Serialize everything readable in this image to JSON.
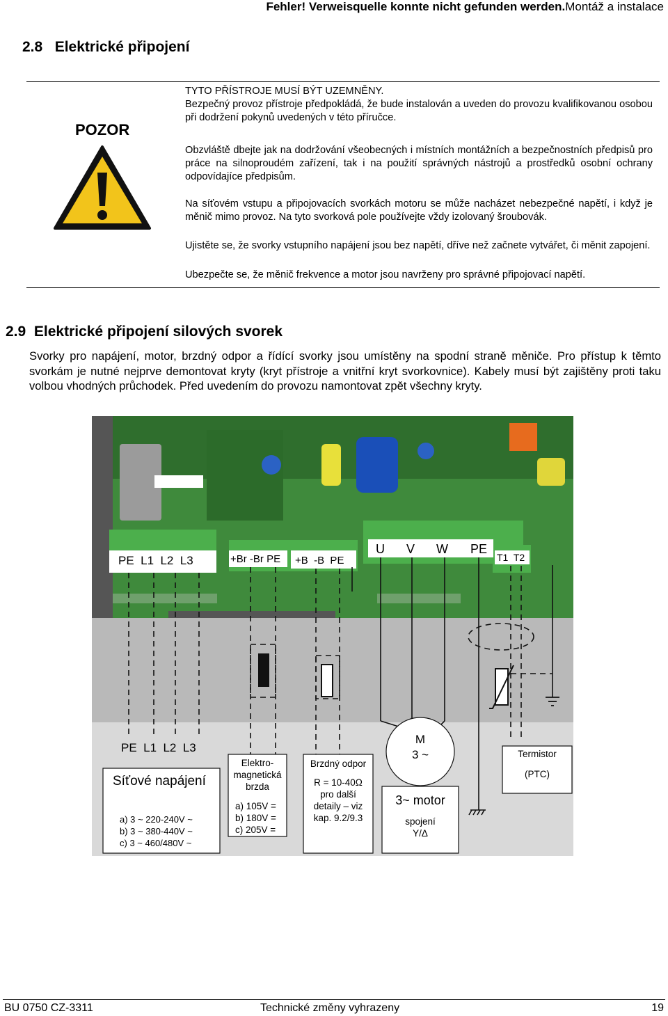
{
  "header": {
    "error_text": "Fehler! Verweisquelle konnte nicht gefunden werden.",
    "chapter": "Montáž a instalace"
  },
  "section_28": {
    "number": "2.8",
    "title": "Elektrické připojení"
  },
  "warning": {
    "label": "POZOR",
    "p1_title": "TYTO PŘÍSTROJE MUSÍ BÝT UZEMNĚNY.",
    "p1_body": "Bezpečný provoz přístroje předpokládá, že bude instalován a uveden do provozu kvalifikovanou osobou při dodržení pokynů uvedených v této příručce.",
    "p2": "Obzvláště dbejte jak na dodržování všeobecných i místních montážních a bezpečnostních předpisů pro práce na silnoproudém zařízení, tak i na použití správných nástrojů a prostředků osobní ochrany odpovídajíce předpisům.",
    "p3": "Na síťovém vstupu a připojovacích svorkách motoru se může nacházet nebezpečné napětí, i když je měnič mimo provoz. Na tyto svorková pole používejte vždy izolovaný šroubovák.",
    "p4": "Ujistěte se, že svorky vstupního napájení jsou bez napětí, dříve než začnete vytvářet, či měnit zapojení.",
    "p5": "Ubezpečte se, že měnič frekvence a motor jsou navrženy pro správné připojovací napětí."
  },
  "section_29": {
    "number": "2.9",
    "title": "Elektrické připojení silových svorek",
    "intro": "Svorky pro napájení, motor, brzdný odpor a řídící svorky jsou umístěny na spodní straně měniče. Pro přístup k těmto svorkám je nutné nejprve demontovat kryty (kryt přístroje a vnitřní kryt svorkovnice). Kabely musí být zajištěny proti taku volbou vhodných průchodek. Před uvedením do provozu namontovat zpět všechny kryty."
  },
  "figure": {
    "terminal_labels": {
      "mains": "PE  L1  L2  L3",
      "brake": "+Br -Br PE",
      "resistor": "+B  -B  PE",
      "u": "U",
      "v": "V",
      "w": "W",
      "pe": "PE",
      "thermistor": "T1  T2"
    },
    "mains_box": {
      "terminals": "PE  L1  L2  L3",
      "title": "Síťové napájení",
      "options": [
        "a) 3 ~ 220-240V ~",
        "b) 3 ~ 380-440V ~",
        "c) 3 ~ 460/480V ~"
      ]
    },
    "brake_box": {
      "title": [
        "Elektro-",
        "magnetická",
        "brzda"
      ],
      "options": [
        "a) 105V =",
        "b) 180V =",
        "c) 205V ="
      ]
    },
    "resistor_box": {
      "title": "Brzdný odpor",
      "details": [
        "R = 10-40Ω",
        "pro další",
        "detaily – viz",
        "kap. 9.2/9.3"
      ]
    },
    "motor_box": {
      "symbol_m": "M",
      "symbol_phase": "3 ~",
      "title": "3~ motor",
      "connection": [
        "spojení",
        "Y/Δ"
      ]
    },
    "thermistor_box": {
      "title": "Termistor",
      "type": "(PTC)"
    },
    "colors": {
      "pcb_green": "#3f8a3c",
      "terminal_green": "#4caf4c",
      "housing_gray": "#b9b9b9"
    }
  },
  "footer": {
    "doc_code": "BU 0750 CZ-3311",
    "notice": "Technické změny vyhrazeny",
    "page": "19"
  }
}
